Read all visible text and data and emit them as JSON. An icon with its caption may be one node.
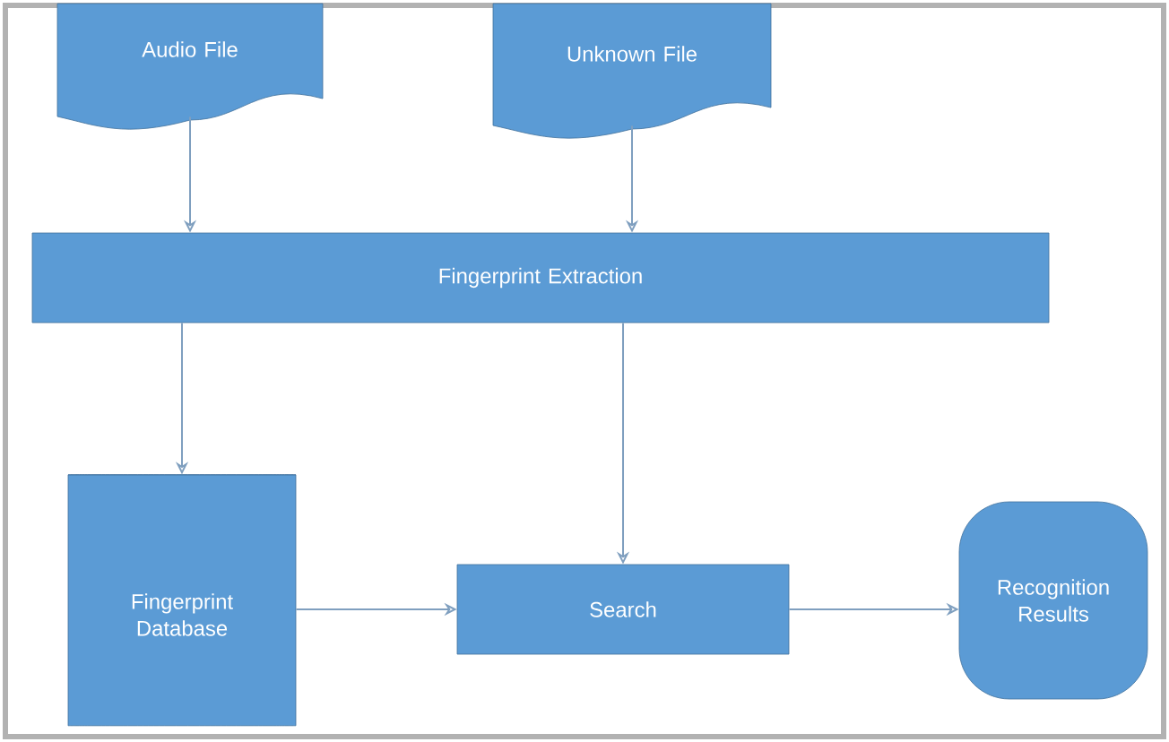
{
  "diagram": {
    "nodes": [
      {
        "text": [
          "Audio File"
        ]
      },
      {
        "text": [
          "Unknown File"
        ]
      },
      {
        "text": [
          "Fingerprint Extraction"
        ]
      },
      {
        "text": [
          "Fingerprint Database"
        ]
      },
      {
        "text": [
          "Search"
        ]
      },
      {
        "text": [
          "Recognition Results"
        ]
      }
    ],
    "edges": [
      {
        "from": 0,
        "to": 2,
        "arrow": "to"
      },
      {
        "from": 1,
        "to": 2,
        "arrow": "to"
      },
      {
        "from": 2,
        "to": 3,
        "arrow": "to"
      },
      {
        "from": 2,
        "to": 4,
        "arrow": "to"
      },
      {
        "from": 3,
        "to": 4,
        "arrow": "to"
      },
      {
        "from": 4,
        "to": 5,
        "arrow": "to"
      }
    ]
  }
}
